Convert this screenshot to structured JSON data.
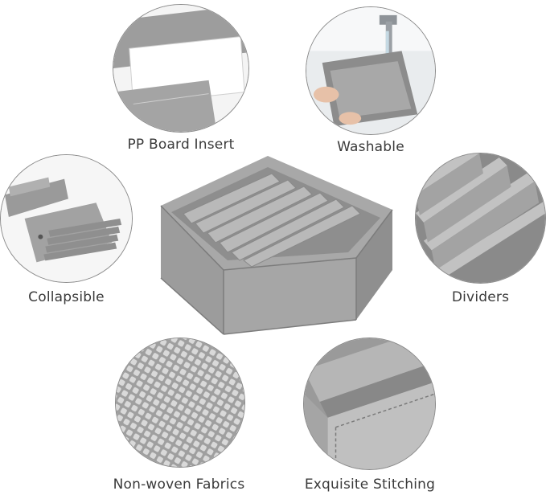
{
  "features": {
    "pp_board": {
      "label": "PP Board Insert",
      "icon": "pp-board-image"
    },
    "washable": {
      "label": "Washable",
      "icon": "washing-image"
    },
    "collapsible": {
      "label": "Collapsible",
      "icon": "folded-panels-image"
    },
    "dividers": {
      "label": "Dividers",
      "icon": "dividers-closeup-image"
    },
    "fabrics": {
      "label": "Non-woven Fabrics",
      "icon": "fabric-texture-image"
    },
    "stitching": {
      "label": "Exquisite Stitching",
      "icon": "stitching-closeup-image"
    }
  },
  "colors": {
    "fabric_gray": "#9a9a9a",
    "fabric_light": "#bdbdbd",
    "fabric_dark": "#7b7b7b",
    "label_text": "#3a3a3a"
  }
}
